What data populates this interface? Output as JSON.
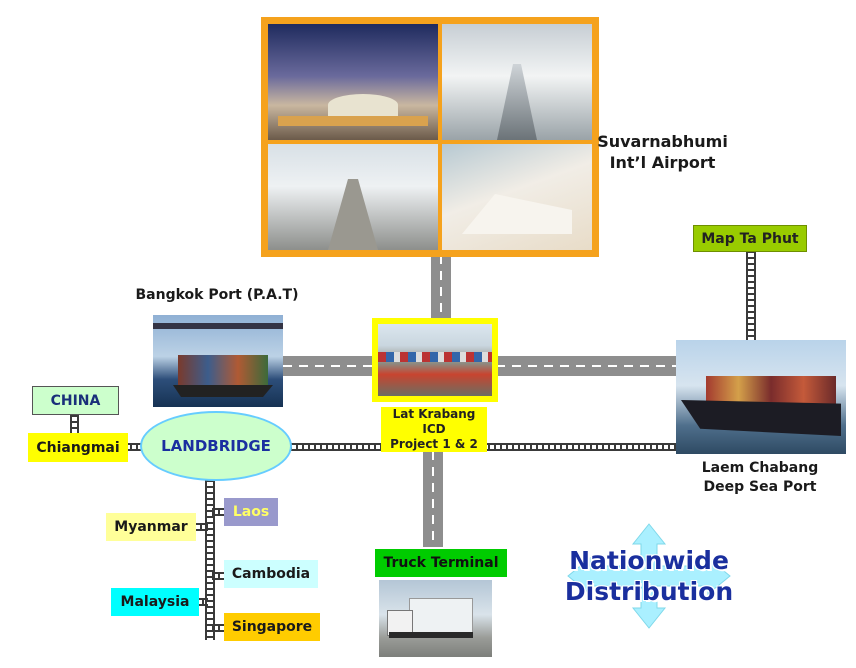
{
  "airport": {
    "label_line1": "Suvarnabhumi",
    "label_line2": "Int’l Airport"
  },
  "bangkok_port": {
    "label": "Bangkok Port (P.A.T)"
  },
  "icd": {
    "label_line1": "Lat Krabang ICD",
    "label_line2": "Project 1 & 2"
  },
  "map_ta_phut": {
    "label": "Map Ta Phut"
  },
  "laem_chabang": {
    "label_line1": "Laem Chabang",
    "label_line2": "Deep Sea Port"
  },
  "china": {
    "label": "CHINA"
  },
  "chiangmai": {
    "label": "Chiangmai"
  },
  "landbridge": {
    "label": "LANDBRIDGE"
  },
  "destinations": {
    "laos": "Laos",
    "myanmar": "Myanmar",
    "cambodia": "Cambodia",
    "malaysia": "Malaysia",
    "singapore": "Singapore"
  },
  "truck_terminal": {
    "label": "Truck Terminal"
  },
  "nationwide": {
    "line1": "Nationwide",
    "line2": "Distribution"
  },
  "colors": {
    "road": "#8e8e8e",
    "airport_frame": "#f5a21d",
    "icd_frame": "#ffff00",
    "map_ta_phut_bg": "#99cc00",
    "china_bg": "#ccffcc",
    "chiangmai_bg": "#ffff00",
    "landbridge_bg": "#ccffcc",
    "laos_bg": "#9999cc",
    "myanmar_bg": "#ffff99",
    "cambodia_bg": "#ccffff",
    "malaysia_bg": "#00ffff",
    "singapore_bg": "#ffcc00",
    "truck_terminal_bg": "#00cc00",
    "nationwide_text": "#1a2f9e",
    "arrow": "#aaf0ff"
  }
}
